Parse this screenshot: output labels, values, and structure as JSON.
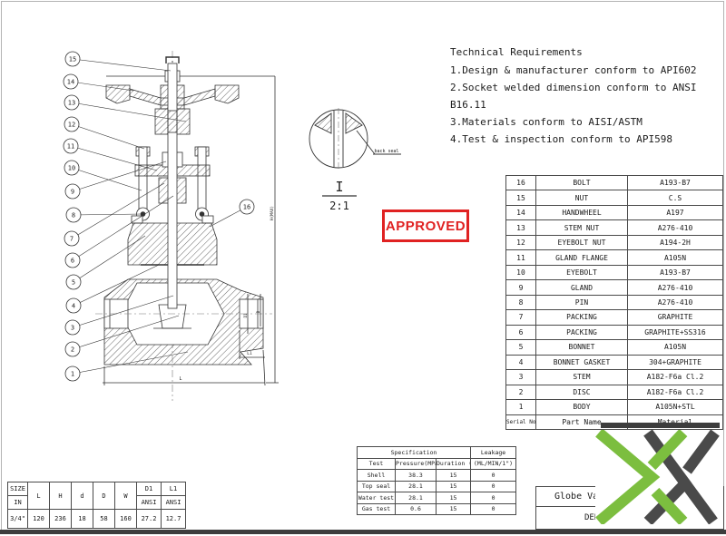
{
  "tech_requirements": {
    "title": "Technical Requirements",
    "items": [
      "1.Design & manufacturer conform to API602",
      "2.Socket welded dimension conform to ANSI B16.11",
      "3.Materials conform to AISI/ASTM",
      "4.Test & inspection conform to API598"
    ]
  },
  "stamp": {
    "label": "APPROVED",
    "color": "#e02222"
  },
  "detail_view": {
    "label": "back seal",
    "mark": "I",
    "scale": "2:1"
  },
  "drawing": {
    "balloons": [
      "15",
      "14",
      "13",
      "12",
      "11",
      "10",
      "9",
      "8",
      "7",
      "6",
      "5",
      "4",
      "3",
      "2",
      "1",
      "16"
    ],
    "dim_length": "L",
    "dim_socket": "L1",
    "dim_height": "H(MAX)",
    "dim_bore": "D1",
    "dim_outer": "D"
  },
  "parts_table": {
    "rows": [
      [
        "16",
        "BOLT",
        "A193-B7"
      ],
      [
        "15",
        "NUT",
        "C.S"
      ],
      [
        "14",
        "HANDWHEEL",
        "A197"
      ],
      [
        "13",
        "STEM NUT",
        "A276-410"
      ],
      [
        "12",
        "EYEBOLT NUT",
        "A194-2H"
      ],
      [
        "11",
        "GLAND FLANGE",
        "A105N"
      ],
      [
        "10",
        "EYEBOLT",
        "A193-B7"
      ],
      [
        "9",
        "GLAND",
        "A276-410"
      ],
      [
        "8",
        "PIN",
        "A276-410"
      ],
      [
        "7",
        "PACKING",
        "GRAPHITE"
      ],
      [
        "6",
        "PACKING",
        "GRAPHITE+SS316"
      ],
      [
        "5",
        "BONNET",
        "A105N"
      ],
      [
        "4",
        "BONNET GASKET",
        "304+GRAPHITE"
      ],
      [
        "3",
        "STEM",
        "A182-F6a Cl.2"
      ],
      [
        "2",
        "DISC",
        "A182-F6a Cl.2"
      ],
      [
        "1",
        "BODY",
        "A105N+STL"
      ]
    ],
    "footer": [
      "Serial No.",
      "Part Name",
      "Material"
    ]
  },
  "spec_table": {
    "header_specification": "Specification",
    "header_leakage": "Leakage",
    "columns": [
      "Test",
      "Pressure(MPa)",
      "Duration (S)",
      "(ML/MIN/1\")"
    ],
    "rows": [
      [
        "Shell",
        "38.3",
        "15",
        "0"
      ],
      [
        "Top seal",
        "28.1",
        "15",
        "0"
      ],
      [
        "Water test",
        "28.1",
        "15",
        "0"
      ],
      [
        "Gas test",
        "0.6",
        "15",
        "0"
      ]
    ]
  },
  "size_table": {
    "size_label": "SIZE",
    "unit_label": "IN",
    "columns": [
      "L",
      "H",
      "d",
      "D",
      "W"
    ],
    "ansi_columns": [
      "D1",
      "L1"
    ],
    "ansi_label": "ANSI",
    "row": [
      "3/4\"",
      "120",
      "236",
      "18",
      "58",
      "160",
      "27.2",
      "12.7"
    ]
  },
  "title_block": {
    "title": "Globe Valve",
    "subtitle": "DERVOS"
  },
  "logo": {
    "green": "#7cbe3f",
    "dark": "#4a4a4a"
  }
}
